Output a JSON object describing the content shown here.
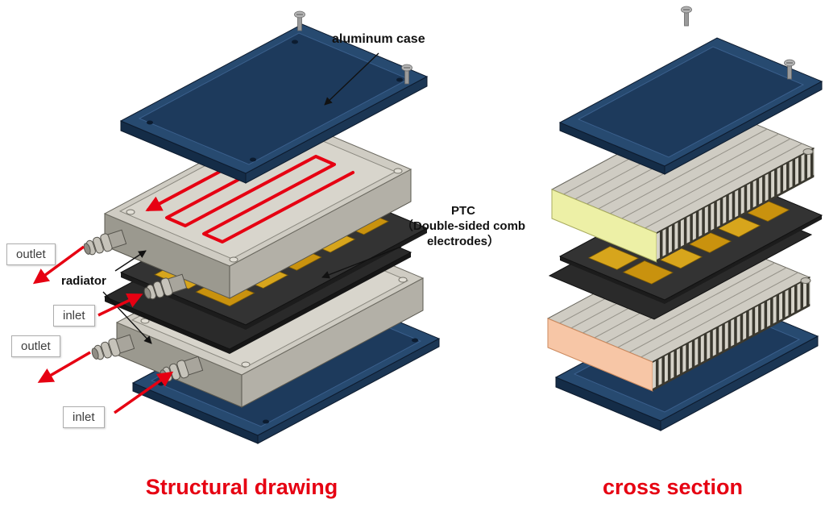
{
  "labels": {
    "aluminum_case": "aluminum case",
    "ptc": {
      "line1": "PTC",
      "line2": "（Double-sided comb",
      "line3": "electrodes）"
    },
    "radiator": "radiator",
    "outlet_top": "outlet",
    "inlet_top": "inlet",
    "outlet_bottom": "outlet",
    "inlet_bottom": "inlet"
  },
  "captions": {
    "left": "Structural drawing",
    "right": "cross section"
  },
  "colors": {
    "annotation_red": "#e60012",
    "case_blue": "#274a70",
    "radiator_gray": "#cfccc3",
    "electrode_gold": "#c9920e",
    "section_hatch_top": "#edf0a6",
    "section_hatch_bottom": "#f7c6a6"
  }
}
